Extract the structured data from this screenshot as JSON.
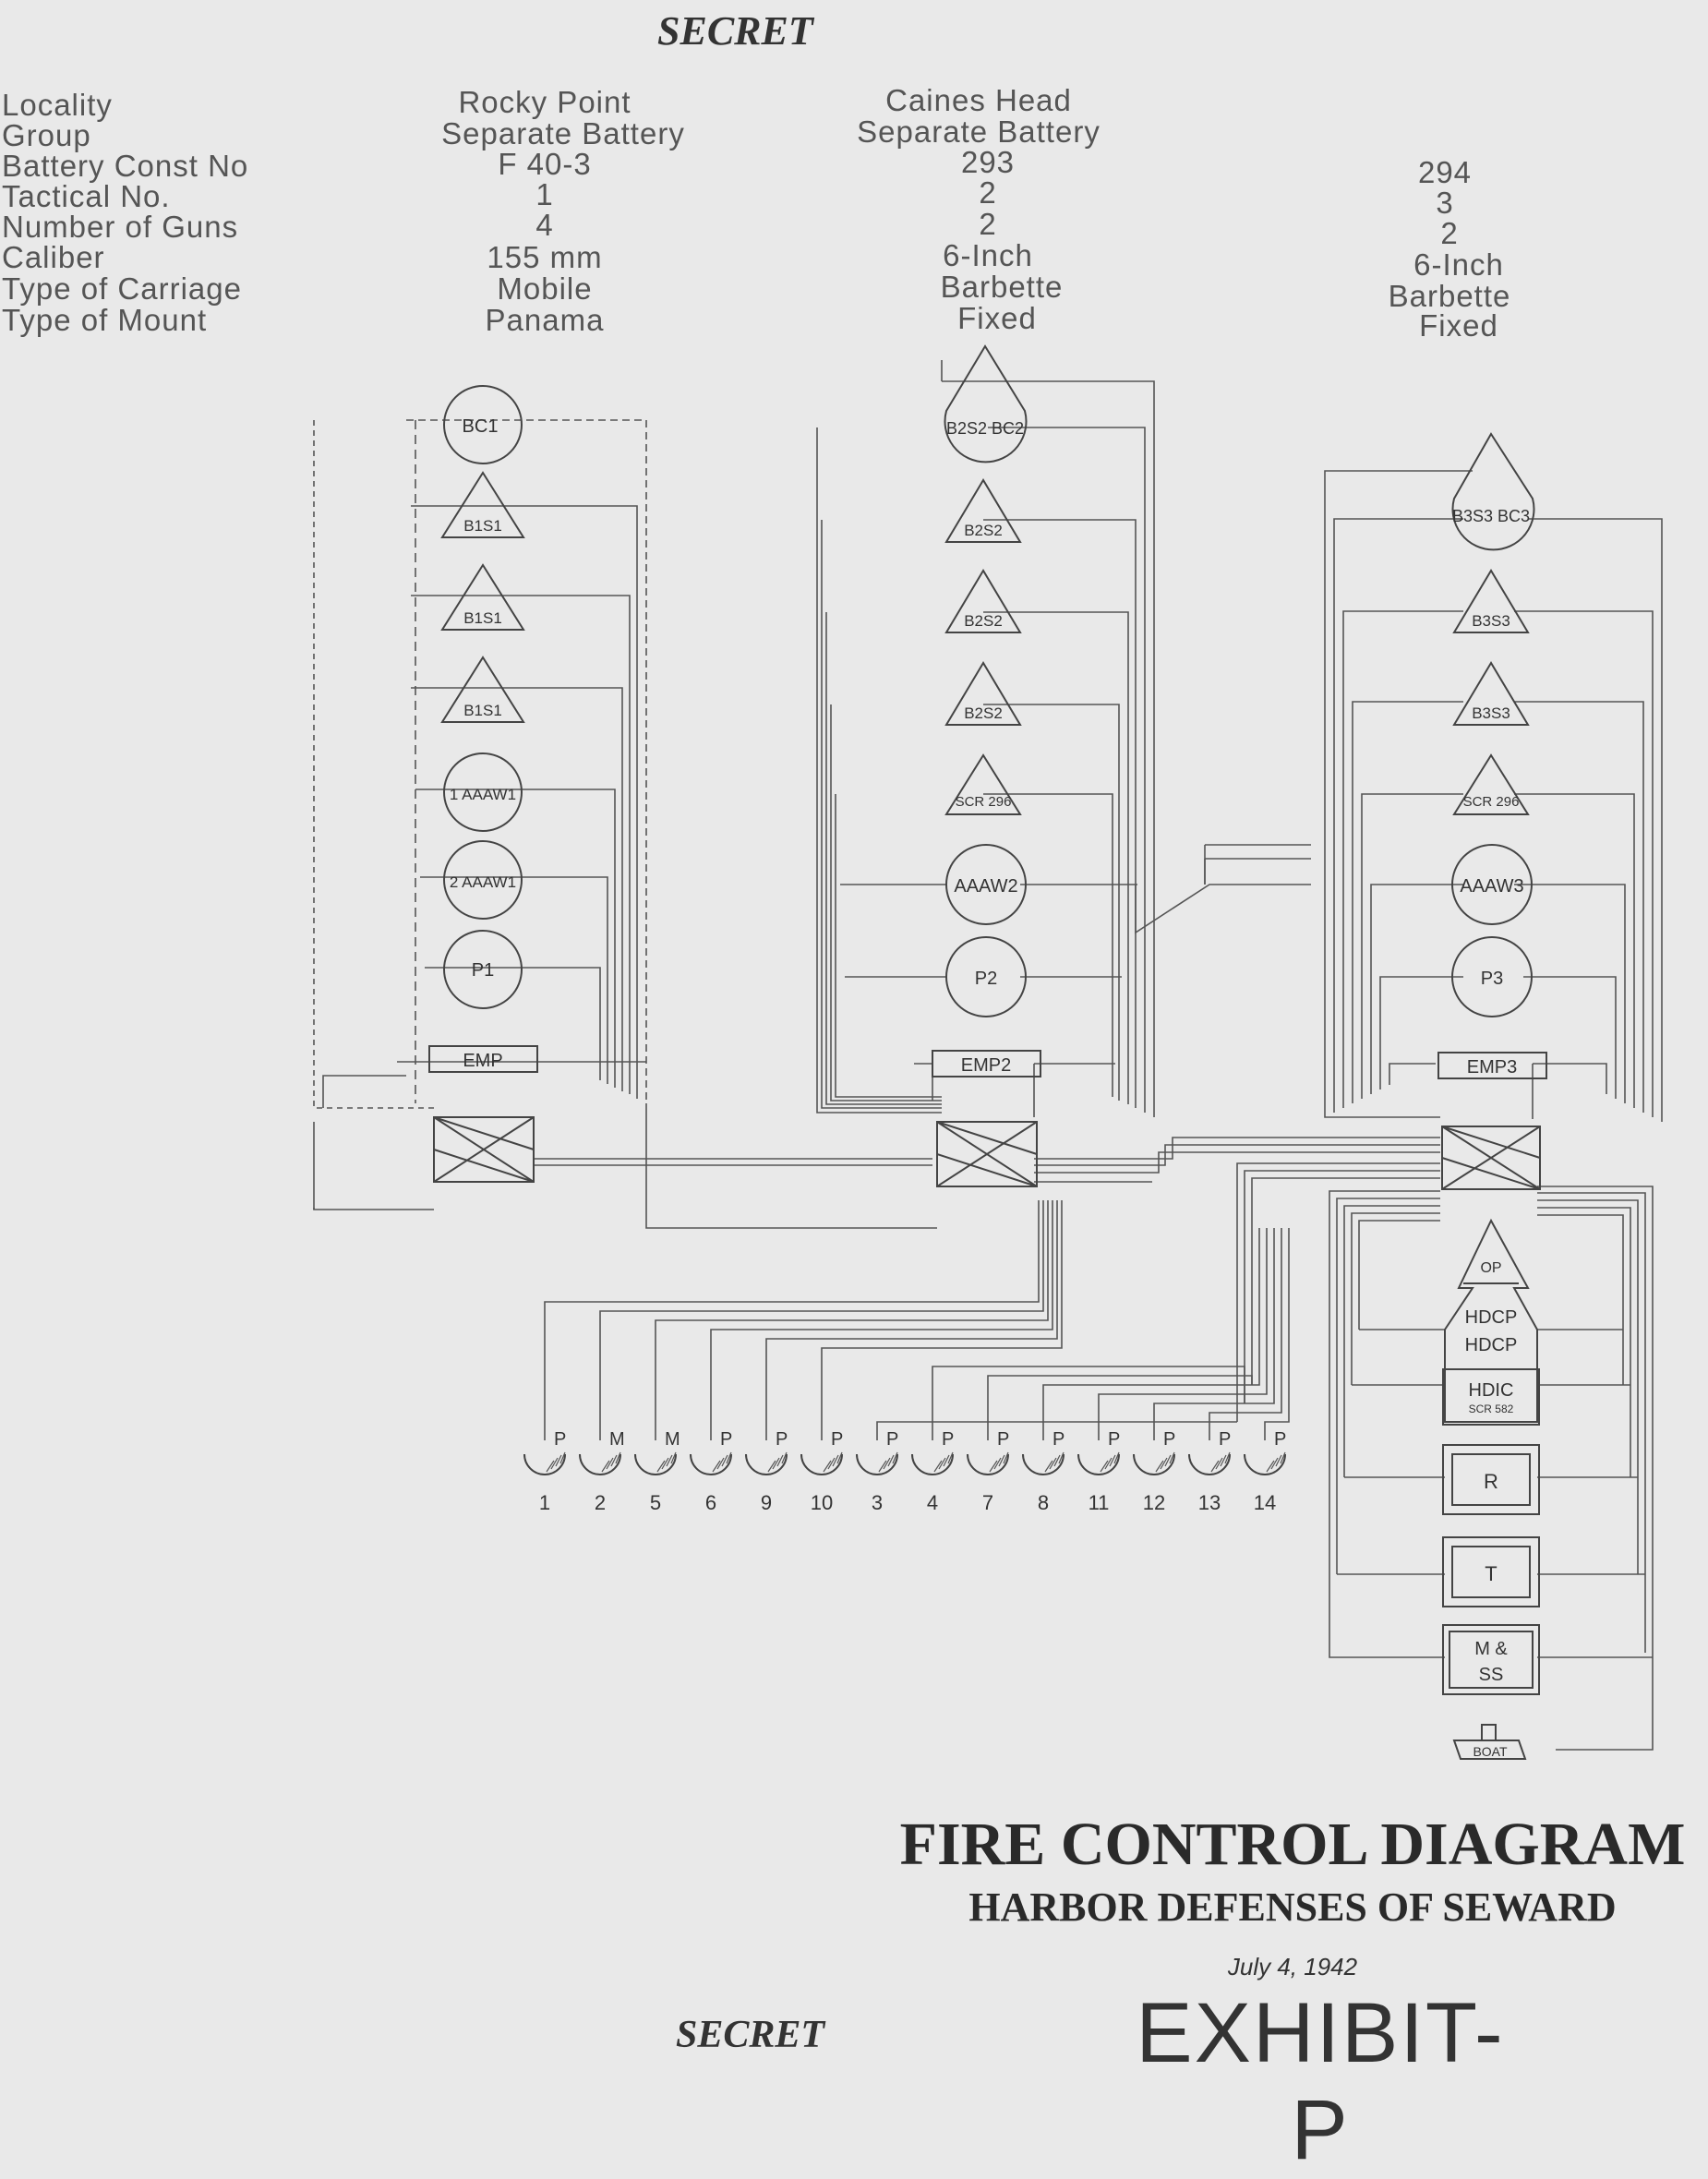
{
  "secret_top": "SECRET",
  "secret_bottom": "SECRET",
  "header_labels": [
    "Locality",
    "Group",
    "Battery Const No",
    "Tactical No.",
    "Number of Guns",
    "Caliber",
    "Type of Carriage",
    "Type of Mount"
  ],
  "batteries": [
    {
      "locality": "Rocky Point",
      "group": "Separate Battery",
      "const_no": "F 40-3",
      "tactical_no": "1",
      "guns": "4",
      "caliber": "155 mm",
      "carriage": "Mobile",
      "mount": "Panama"
    },
    {
      "locality": "Caines Head",
      "group": "Separate Battery",
      "const_no": "293",
      "tactical_no": "2",
      "guns": "2",
      "caliber": "6-Inch",
      "carriage": "Barbette",
      "mount": "Fixed"
    },
    {
      "locality": "",
      "group": "",
      "const_no": "294",
      "tactical_no": "3",
      "guns": "2",
      "caliber": "6-Inch",
      "carriage": "Barbette",
      "mount": "Fixed"
    }
  ],
  "nodes": {
    "col1": [
      "BC1",
      "B1S1",
      "B1S1",
      "B1S1",
      "1 AAAW1",
      "2 AAAW1",
      "P1",
      "EMP"
    ],
    "col2": [
      "B2S2 BC2",
      "B2S2",
      "B2S2",
      "B2S2",
      "SCR 296",
      "AAAW2",
      "P2",
      "EMP2"
    ],
    "col3": [
      "B3S3 BC3",
      "B3S3",
      "B3S3",
      "SCR 296",
      "AAAW3",
      "P3",
      "EMP3"
    ],
    "hq": [
      "OP",
      "HDCP",
      "HDCP",
      "HDIC",
      "SCR 582",
      "R",
      "T",
      "M &",
      "SS",
      "BOAT"
    ]
  },
  "stations": [
    {
      "top": "P",
      "bottom": "1"
    },
    {
      "top": "M",
      "bottom": "2"
    },
    {
      "top": "M",
      "bottom": "5"
    },
    {
      "top": "P",
      "bottom": "6"
    },
    {
      "top": "P",
      "bottom": "9"
    },
    {
      "top": "P",
      "bottom": "10"
    },
    {
      "top": "P",
      "bottom": "3"
    },
    {
      "top": "P",
      "bottom": "4"
    },
    {
      "top": "P",
      "bottom": "7"
    },
    {
      "top": "P",
      "bottom": "8"
    },
    {
      "top": "P",
      "bottom": "11"
    },
    {
      "top": "P",
      "bottom": "12"
    },
    {
      "top": "P",
      "bottom": "13"
    },
    {
      "top": "P",
      "bottom": "14"
    }
  ],
  "title": "FIRE CONTROL DIAGRAM",
  "subtitle": "HARBOR DEFENSES OF SEWARD",
  "date": "July 4, 1942",
  "exhibit": "EXHIBIT-P"
}
